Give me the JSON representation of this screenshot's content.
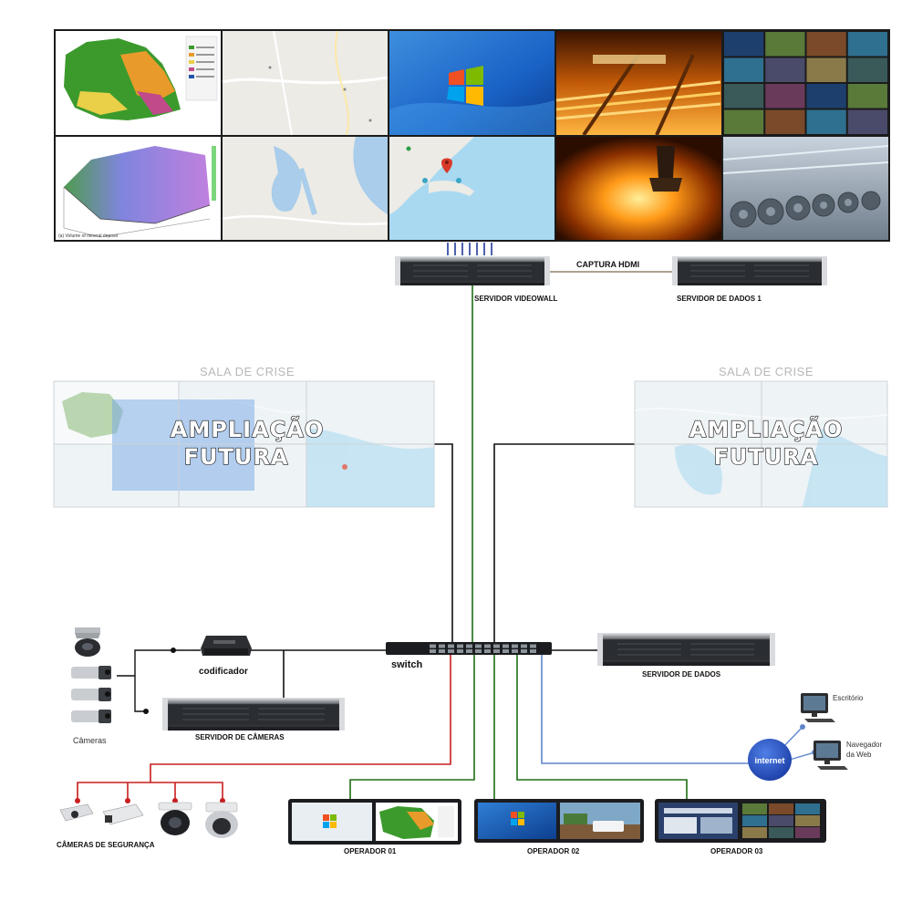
{
  "labels": {
    "captura_hdmi": "CAPTURA HDMI",
    "servidor_videowall": "SERVIDOR VIDEOWALL",
    "servidor_dados_1": "SERVIDOR DE DADOS 1",
    "sala_crise_left": "SALA DE CRISE",
    "sala_crise_right": "SALA DE CRISE",
    "ampliacao_left_1": "AMPLIAÇÃO",
    "ampliacao_left_2": "FUTURA",
    "ampliacao_right_1": "AMPLIAÇÃO",
    "ampliacao_right_2": "FUTURA",
    "codificador": "codificador",
    "switch": "switch",
    "servidor_dados": "SERVIDOR DE DADOS",
    "cameras": "Câmeras",
    "servidor_cameras": "SERVIDOR DE CÂMERAS",
    "internet": "internet",
    "escritorio": "Escritório",
    "navegador_1": "Navegador",
    "navegador_2": "da Web",
    "cameras_seguranca": "CÂMERAS DE SEGURANÇA",
    "operador_01": "OPERADOR 01",
    "operador_02": "OPERADOR 02",
    "operador_03": "OPERADOR 03",
    "map_caption": "(a) Volume of mineral deposit"
  },
  "colors": {
    "green_link": "#1d6e12",
    "black_link": "#111111",
    "red_link": "#c81e1e",
    "blue_link": "#5f86cc",
    "internet_fill": "#2a50b8"
  }
}
